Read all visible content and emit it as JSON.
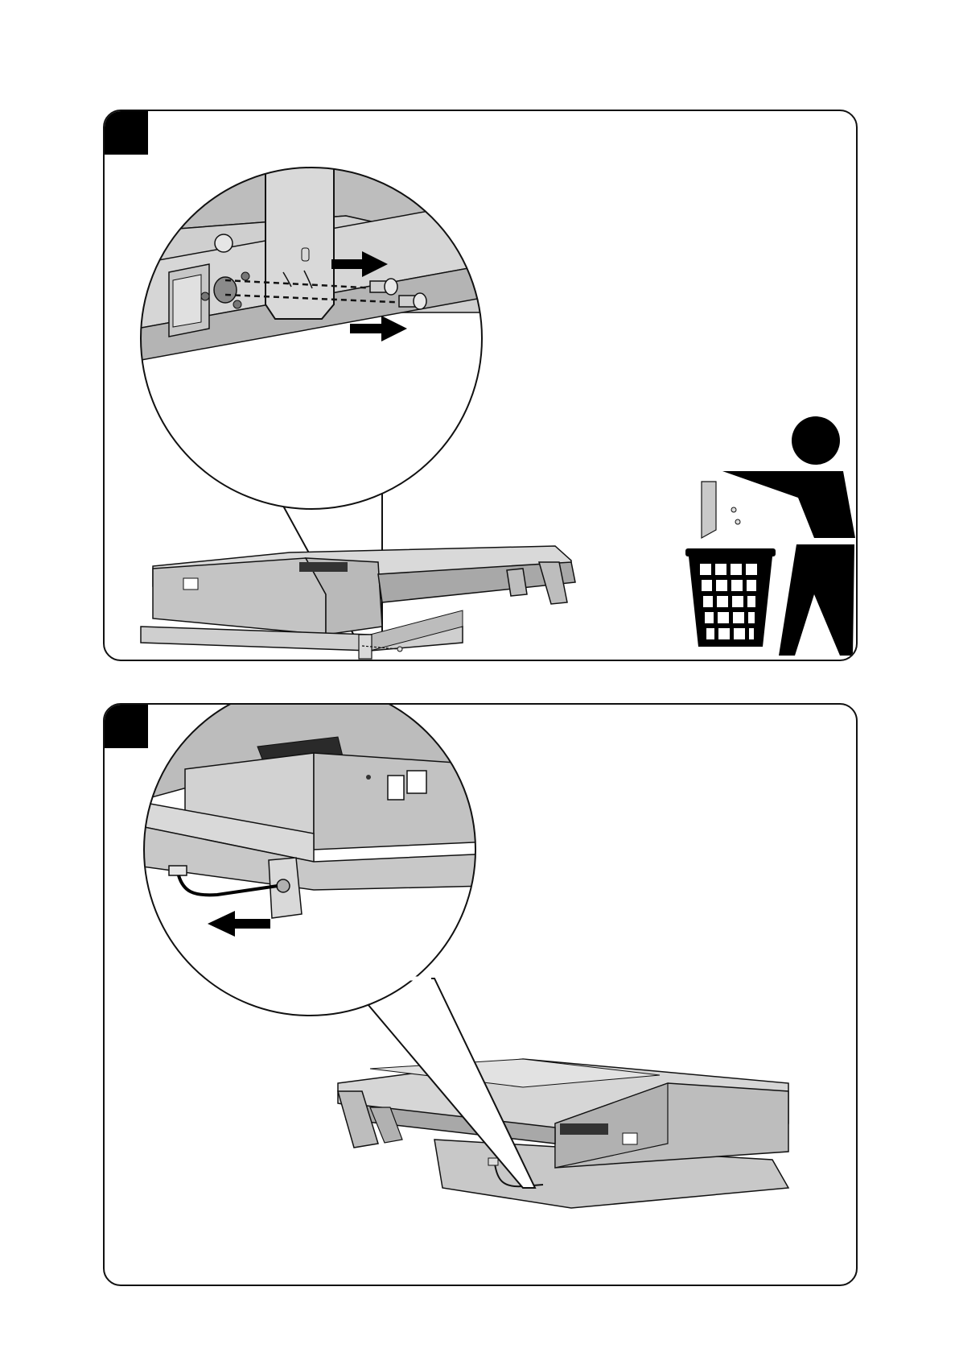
{
  "steps": [
    {
      "number": "",
      "action": "remove-bracket-and-bolts",
      "disposal": "discard"
    },
    {
      "number": "",
      "action": "disconnect-cable"
    }
  ],
  "icons": [
    "arrow-right-icon",
    "arrow-left-icon",
    "trash-bin-icon",
    "person-disposing-icon",
    "bolt-icon",
    "bracket-icon"
  ],
  "colors": {
    "line": "#111111",
    "fill_light": "#d7d7d7",
    "fill_mid": "#bdbdbd",
    "fill_dark": "#9a9a9a",
    "arrow": "#000000"
  }
}
